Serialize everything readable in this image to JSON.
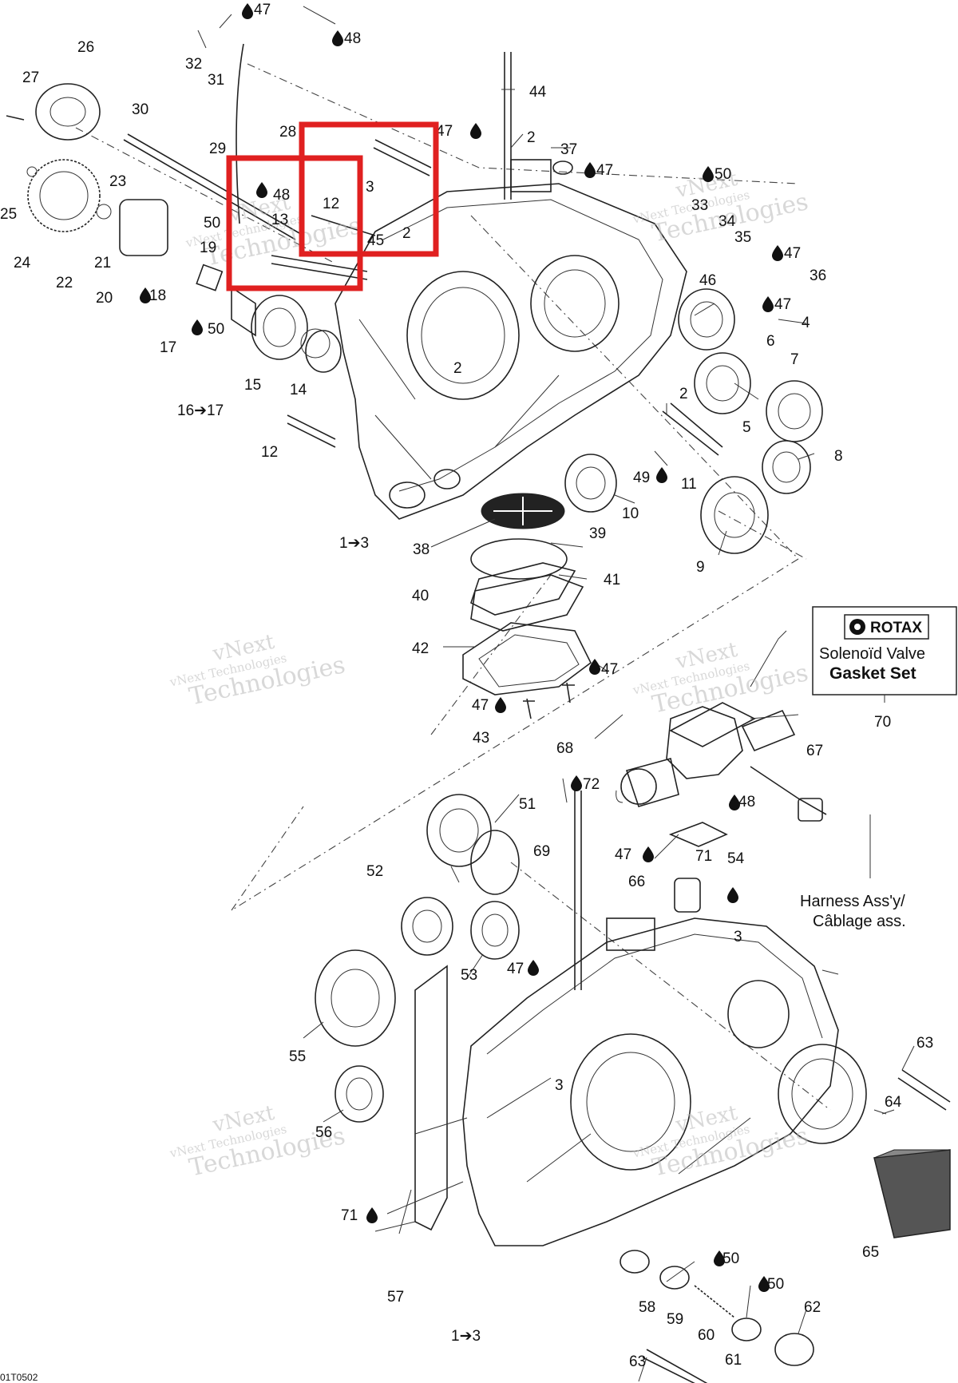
{
  "figure_code": "01T0502",
  "watermark": {
    "line1": "vNext",
    "line2": "vNext Technologies",
    "line3": "Technologies"
  },
  "legend": {
    "brand": "ROTAX",
    "line1": "Solenoïd Valve",
    "line2": "Gasket Set",
    "ref": "70"
  },
  "harness_note": {
    "line1": "Harness Ass'y/",
    "line2": "Câblage ass."
  },
  "callouts": [
    {
      "id": "c47a",
      "text": "47"
    },
    {
      "id": "c48a",
      "text": "48"
    },
    {
      "id": "c32",
      "text": "32"
    },
    {
      "id": "c31",
      "text": "31"
    },
    {
      "id": "c27",
      "text": "27"
    },
    {
      "id": "c26",
      "text": "26"
    },
    {
      "id": "c30",
      "text": "30"
    },
    {
      "id": "c28",
      "text": "28"
    },
    {
      "id": "c29",
      "text": "29"
    },
    {
      "id": "c23",
      "text": "23"
    },
    {
      "id": "c25",
      "text": "25"
    },
    {
      "id": "c24",
      "text": "24"
    },
    {
      "id": "c22",
      "text": "22"
    },
    {
      "id": "c21",
      "text": "21"
    },
    {
      "id": "c20",
      "text": "20"
    },
    {
      "id": "c18",
      "text": "18"
    },
    {
      "id": "c19",
      "text": "19"
    },
    {
      "id": "c50a",
      "text": "50"
    },
    {
      "id": "c17",
      "text": "17"
    },
    {
      "id": "c50b",
      "text": "50"
    },
    {
      "id": "c15",
      "text": "15"
    },
    {
      "id": "c14",
      "text": "14"
    },
    {
      "id": "c16",
      "text": "16➔17"
    },
    {
      "id": "c12a",
      "text": "12"
    },
    {
      "id": "c12b",
      "text": "12"
    },
    {
      "id": "c48b",
      "text": "48"
    },
    {
      "id": "c13",
      "text": "13"
    },
    {
      "id": "c3a",
      "text": "3"
    },
    {
      "id": "c45",
      "text": "45"
    },
    {
      "id": "c2a",
      "text": "2"
    },
    {
      "id": "c44",
      "text": "44"
    },
    {
      "id": "c47b",
      "text": "47"
    },
    {
      "id": "c2b",
      "text": "2"
    },
    {
      "id": "c37",
      "text": "37"
    },
    {
      "id": "c47c",
      "text": "47"
    },
    {
      "id": "c50c",
      "text": "50"
    },
    {
      "id": "c33",
      "text": "33"
    },
    {
      "id": "c34",
      "text": "34"
    },
    {
      "id": "c35",
      "text": "35"
    },
    {
      "id": "c47d",
      "text": "47"
    },
    {
      "id": "c36",
      "text": "36"
    },
    {
      "id": "c46",
      "text": "46"
    },
    {
      "id": "c47e",
      "text": "47"
    },
    {
      "id": "c4",
      "text": "4"
    },
    {
      "id": "c6",
      "text": "6"
    },
    {
      "id": "c7",
      "text": "7"
    },
    {
      "id": "c2c",
      "text": "2"
    },
    {
      "id": "c2d",
      "text": "2"
    },
    {
      "id": "c5",
      "text": "5"
    },
    {
      "id": "c8",
      "text": "8"
    },
    {
      "id": "c49",
      "text": "49"
    },
    {
      "id": "c11",
      "text": "11"
    },
    {
      "id": "c10",
      "text": "10"
    },
    {
      "id": "c9",
      "text": "9"
    },
    {
      "id": "c1a",
      "text": "1➔3"
    },
    {
      "id": "c38",
      "text": "38"
    },
    {
      "id": "c39",
      "text": "39"
    },
    {
      "id": "c40",
      "text": "40"
    },
    {
      "id": "c41",
      "text": "41"
    },
    {
      "id": "c42",
      "text": "42"
    },
    {
      "id": "c47f",
      "text": "47"
    },
    {
      "id": "c47g",
      "text": "47"
    },
    {
      "id": "c43",
      "text": "43"
    },
    {
      "id": "c68",
      "text": "68"
    },
    {
      "id": "c67",
      "text": "67"
    },
    {
      "id": "c72",
      "text": "72"
    },
    {
      "id": "c51",
      "text": "51"
    },
    {
      "id": "c52",
      "text": "52"
    },
    {
      "id": "c69",
      "text": "69"
    },
    {
      "id": "c48c",
      "text": "48"
    },
    {
      "id": "c47h",
      "text": "47"
    },
    {
      "id": "c66",
      "text": "66"
    },
    {
      "id": "c54",
      "text": "54"
    },
    {
      "id": "c3b",
      "text": "3"
    },
    {
      "id": "c71a",
      "text": "71"
    },
    {
      "id": "c53",
      "text": "53"
    },
    {
      "id": "c47i",
      "text": "47"
    },
    {
      "id": "c55",
      "text": "55"
    },
    {
      "id": "c63a",
      "text": "63"
    },
    {
      "id": "c64",
      "text": "64"
    },
    {
      "id": "c56",
      "text": "56"
    },
    {
      "id": "c3c",
      "text": "3"
    },
    {
      "id": "c71b",
      "text": "71"
    },
    {
      "id": "c65",
      "text": "65"
    },
    {
      "id": "c57",
      "text": "57"
    },
    {
      "id": "c50d",
      "text": "50"
    },
    {
      "id": "c50e",
      "text": "50"
    },
    {
      "id": "c58",
      "text": "58"
    },
    {
      "id": "c59",
      "text": "59"
    },
    {
      "id": "c62",
      "text": "62"
    },
    {
      "id": "c60",
      "text": "60"
    },
    {
      "id": "c61",
      "text": "61"
    },
    {
      "id": "c63b",
      "text": "63"
    },
    {
      "id": "c1b",
      "text": "1➔3"
    }
  ]
}
